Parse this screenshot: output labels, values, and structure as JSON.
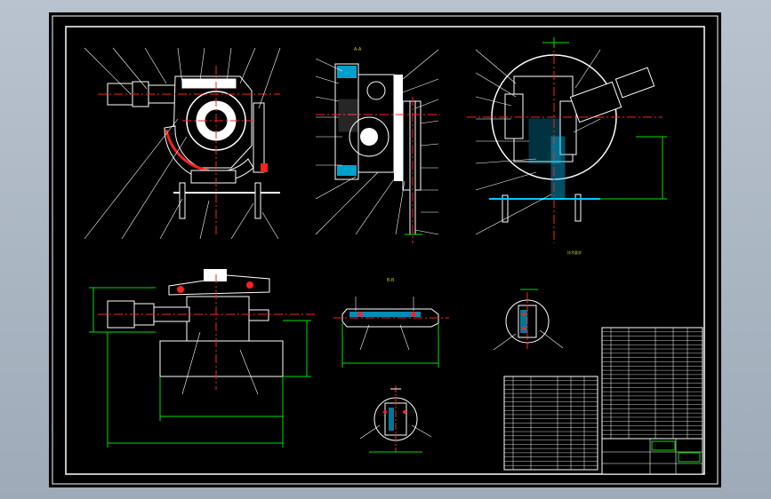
{
  "section_labels": {
    "a": "A-A",
    "b": "B-B"
  },
  "technical_requirements": {
    "title": "技术要求"
  },
  "colors": {
    "background": "#000000",
    "frame": "#ffffff",
    "outline": "#ffffff",
    "centerline": "#ff2020",
    "dimension": "#00e000",
    "hatch": "#00c8ff",
    "note_text": "#d0d000",
    "fill_part": "#ffffff"
  }
}
